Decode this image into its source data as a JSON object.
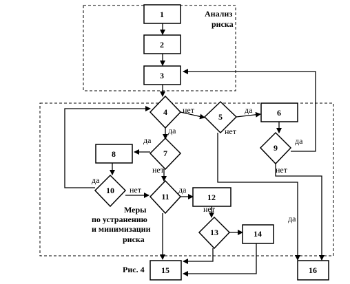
{
  "nodes": {
    "n1": "1",
    "n2": "2",
    "n3": "3",
    "n4": "4",
    "n5": "5",
    "n6": "6",
    "n7": "7",
    "n8": "8",
    "n9": "9",
    "n10": "10",
    "n11": "11",
    "n12": "12",
    "n13": "13",
    "n14": "14",
    "n15": "15",
    "n16": "16"
  },
  "regions": {
    "analysis": [
      "Анализ",
      "риска"
    ],
    "measures": [
      "Меры",
      "по устранению",
      "и минимизации",
      "риска"
    ]
  },
  "edge_labels": {
    "yes": "да",
    "no": "нет"
  },
  "caption": "Рис. 4"
}
